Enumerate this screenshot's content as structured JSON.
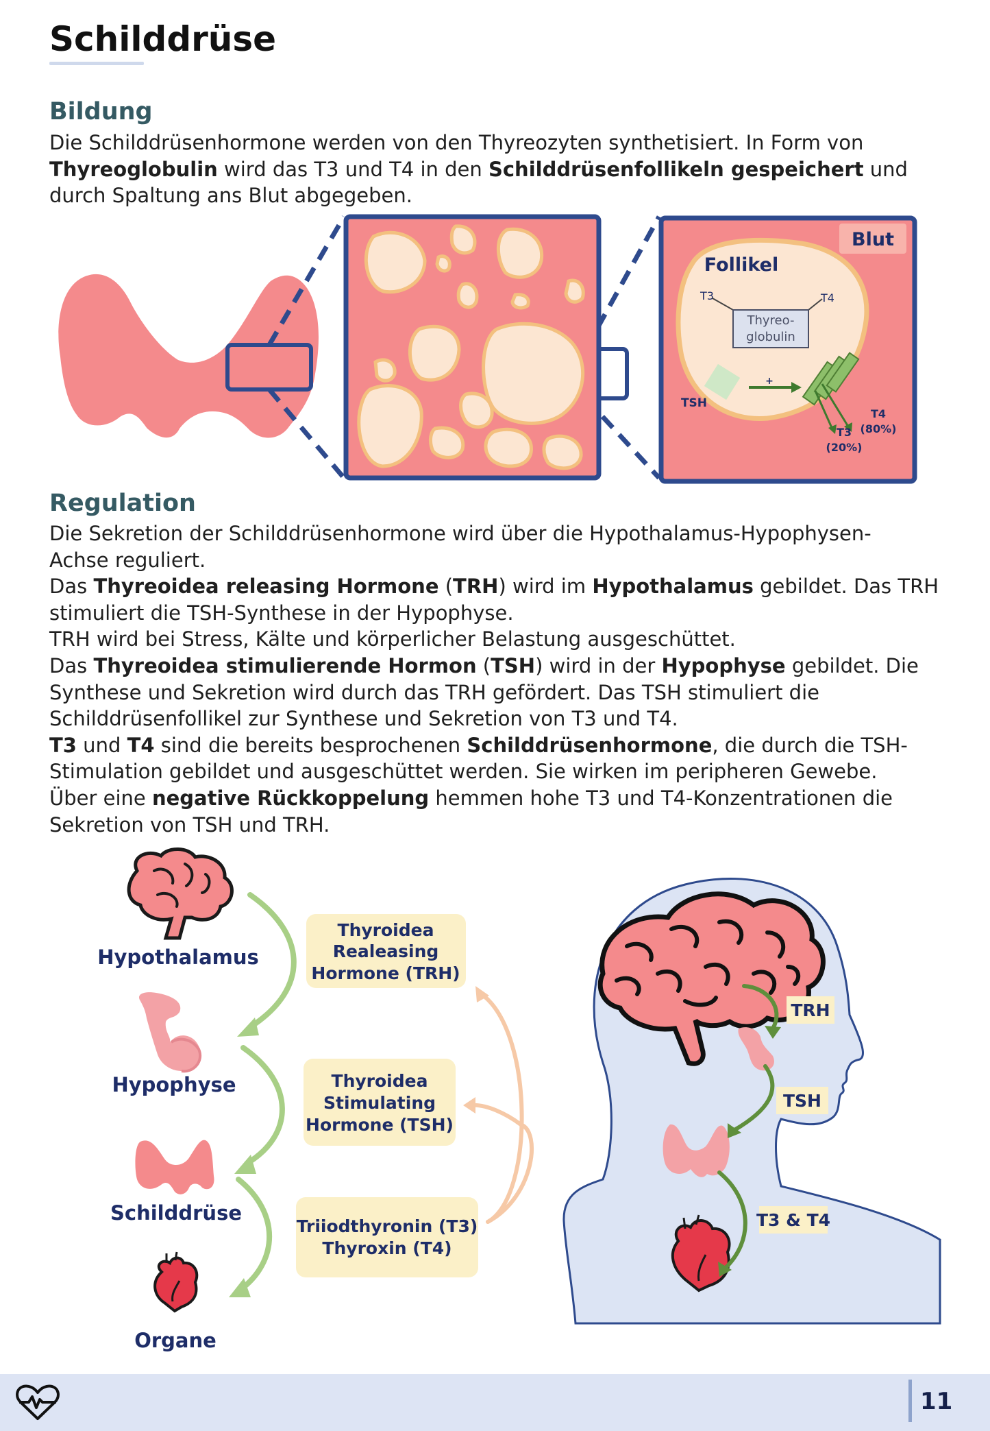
{
  "title": "Schilddrüse",
  "bildung": {
    "heading": "Bildung",
    "lines": [
      [
        {
          "t": "Die Schilddrüsenhormone werden von den Thyreozyten synthetisiert. In Form von",
          "b": false
        }
      ],
      [
        {
          "t": "Thyreoglobulin",
          "b": true
        },
        {
          "t": " wird das T3 und T4 in den ",
          "b": false
        },
        {
          "t": "Schilddrüsenfollikeln gespeichert",
          "b": true
        },
        {
          "t": " und",
          "b": false
        }
      ],
      [
        {
          "t": "durch Spaltung ans Blut abgegeben.",
          "b": false
        }
      ]
    ]
  },
  "follicle_diagram": {
    "blut_label": "Blut",
    "follikel_label": "Follikel",
    "t3_label": "T3",
    "t4_label": "T4",
    "thyreoglobulin_label": [
      "Thyreo-",
      "globulin"
    ],
    "plus_sign": "+",
    "tsh_label": "TSH",
    "t4_output": [
      "T4",
      "(80%)"
    ],
    "t3_output": [
      "T3",
      "(20%)"
    ]
  },
  "regulation": {
    "heading": "Regulation",
    "lines": [
      [
        {
          "t": "Die Sekretion der Schilddrüsenhormone wird über die Hypothalamus-Hypophysen-",
          "b": false
        }
      ],
      [
        {
          "t": "Achse reguliert.",
          "b": false
        }
      ],
      [
        {
          "t": "Das ",
          "b": false
        },
        {
          "t": "Thyreoidea releasing Hormone",
          "b": true
        },
        {
          "t": " (",
          "b": false
        },
        {
          "t": "TRH",
          "b": true
        },
        {
          "t": ") wird im ",
          "b": false
        },
        {
          "t": "Hypothalamus",
          "b": true
        },
        {
          "t": " gebildet. Das TRH",
          "b": false
        }
      ],
      [
        {
          "t": "stimuliert die TSH-Synthese in der Hypophyse.",
          "b": false
        }
      ],
      [
        {
          "t": "TRH wird bei Stress, Kälte und körperlicher Belastung ausgeschüttet.",
          "b": false
        }
      ],
      [
        {
          "t": "Das ",
          "b": false
        },
        {
          "t": "Thyreoidea stimulierende Hormon",
          "b": true
        },
        {
          "t": " (",
          "b": false
        },
        {
          "t": "TSH",
          "b": true
        },
        {
          "t": ") wird in der ",
          "b": false
        },
        {
          "t": "Hypophyse",
          "b": true
        },
        {
          "t": " gebildet. Die",
          "b": false
        }
      ],
      [
        {
          "t": "Synthese und Sekretion wird durch das TRH gefördert. Das TSH stimuliert die",
          "b": false
        }
      ],
      [
        {
          "t": "Schilddrüsenfollikel zur Synthese und Sekretion von T3 und T4.",
          "b": false
        }
      ],
      [
        {
          "t": "T3",
          "b": true
        },
        {
          "t": " und ",
          "b": false
        },
        {
          "t": "T4",
          "b": true
        },
        {
          "t": " sind die bereits besprochenen ",
          "b": false
        },
        {
          "t": "Schilddrüsenhormone",
          "b": true
        },
        {
          "t": ", die durch die TSH-",
          "b": false
        }
      ],
      [
        {
          "t": "Stimulation gebildet und ausgeschüttet werden. Sie wirken im peripheren Gewebe.",
          "b": false
        }
      ],
      [
        {
          "t": "Über eine ",
          "b": false
        },
        {
          "t": "negative Rückkoppelung",
          "b": true
        },
        {
          "t": " hemmen hohe T3 und T4-Konzentrationen die",
          "b": false
        }
      ],
      [
        {
          "t": "Sekretion von TSH und TRH.",
          "b": false
        }
      ]
    ]
  },
  "axis_diagram": {
    "organs": [
      "Hypothalamus",
      "Hypophyse",
      "Schilddrüse",
      "Organe"
    ],
    "hormone_boxes": [
      [
        "Thyroidea",
        "Realeasing",
        "Hormone (TRH)"
      ],
      [
        "Thyroidea",
        "Stimulating",
        "Hormone (TSH)"
      ],
      [
        "Triiodthyronin (T3)",
        "Thyroxin (T4)"
      ]
    ]
  },
  "head_diagram": {
    "labels": [
      "TRH",
      "TSH",
      "T3 & T4"
    ]
  },
  "footer": {
    "page_number": "11",
    "icon": "heartbeat-icon"
  },
  "colors": {
    "heading": "#355a63",
    "navy": "#1e2d68",
    "tissue_pink": "#f48a8c",
    "follicle_cream": "#fce6d2",
    "follicle_border": "#f3c07f",
    "frame_blue": "#2e4a8d",
    "arrow_green": "#a8cf86",
    "arrow_peach": "#f6c9a7",
    "box_cream": "#fbf0c8",
    "head_fill": "#dce4f4",
    "footer_bg": "#dde4f4"
  }
}
